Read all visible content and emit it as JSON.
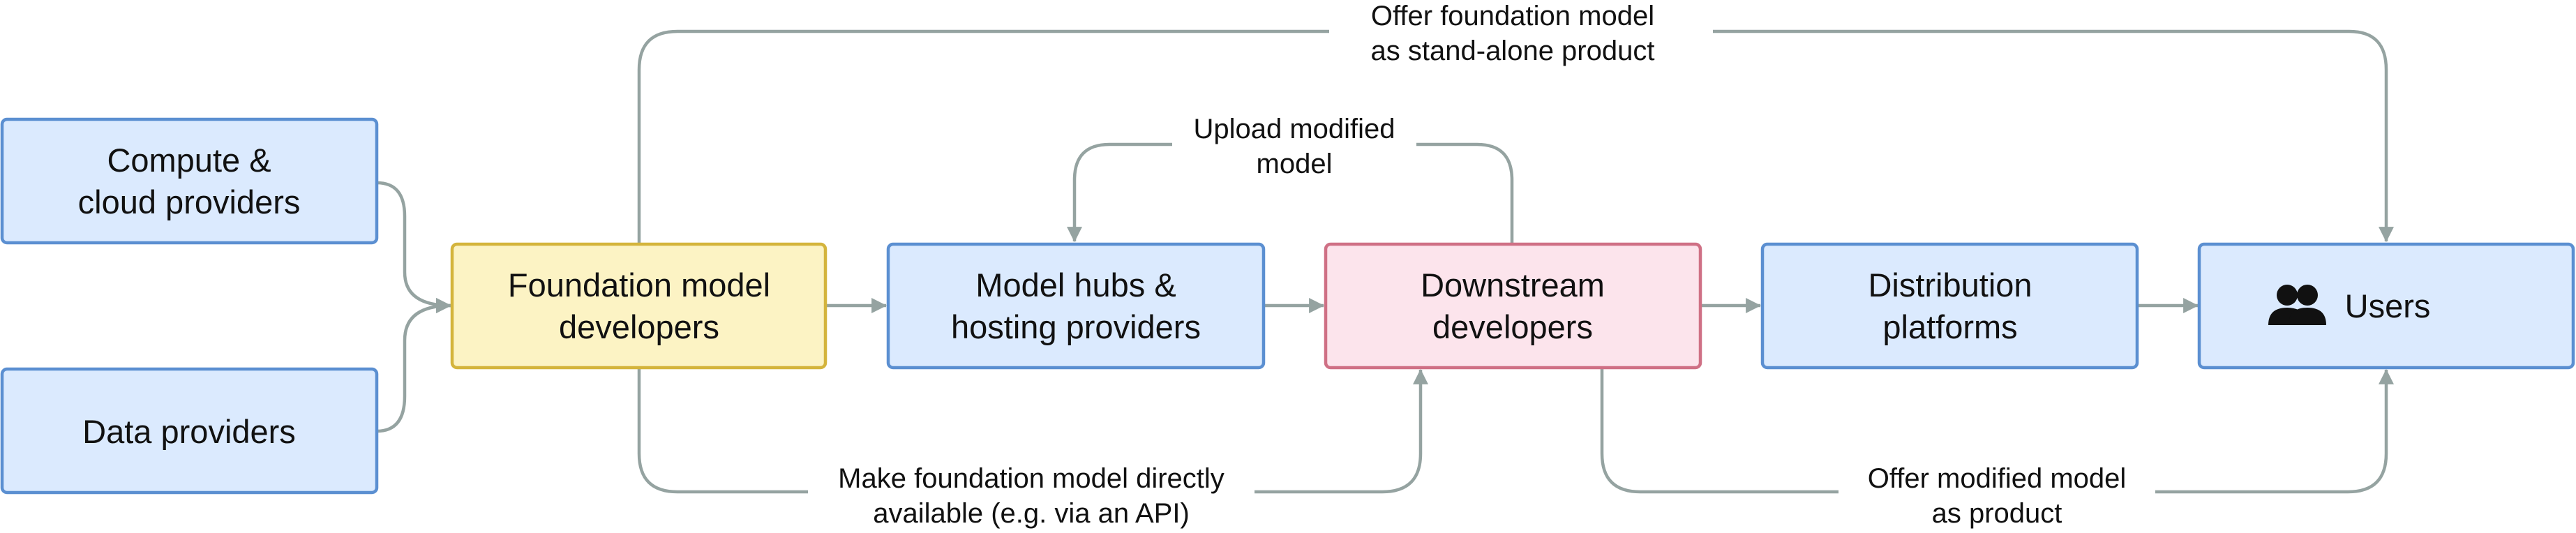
{
  "nodes": {
    "compute": {
      "line1": "Compute &",
      "line2": "cloud providers"
    },
    "data": {
      "line1": "Data providers"
    },
    "foundation": {
      "line1": "Foundation model",
      "line2": "developers"
    },
    "hubs": {
      "line1": "Model hubs &",
      "line2": "hosting providers"
    },
    "downstream": {
      "line1": "Downstream",
      "line2": "developers"
    },
    "distribution": {
      "line1": "Distribution",
      "line2": "platforms"
    },
    "users": {
      "line1": "Users",
      "icon": "users-icon"
    }
  },
  "edges": {
    "offer_foundation": {
      "line1": "Offer foundation model",
      "line2": "as stand-alone product"
    },
    "upload_modified": {
      "line1": "Upload modified",
      "line2": "model"
    },
    "make_available": {
      "line1": "Make foundation model directly",
      "line2": "available (e.g. via an API)"
    },
    "offer_modified": {
      "line1": "Offer modified model",
      "line2": "as product"
    }
  },
  "colors": {
    "blue_fill": "#dbeafe",
    "blue_stroke": "#5b8fd1",
    "yellow_fill": "#fcf3c4",
    "yellow_stroke": "#d4b43c",
    "pink_fill": "#fce4ec",
    "pink_stroke": "#cf7085",
    "connector": "#95a3a1"
  }
}
